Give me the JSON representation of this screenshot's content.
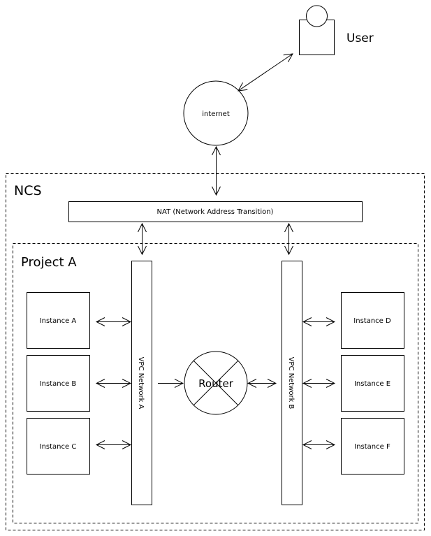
{
  "diagram": {
    "user": {
      "label": "User"
    },
    "internet": {
      "label": "internet"
    },
    "ncs": {
      "label": "NCS"
    },
    "nat": {
      "label": "NAT (Network Address Transition)"
    },
    "project": {
      "label": "Project A"
    },
    "vpc_a": {
      "label": "VPC Network A"
    },
    "vpc_b": {
      "label": "VPC Network B"
    },
    "router": {
      "label": "Router"
    },
    "instances_left": [
      {
        "label": "Instance A"
      },
      {
        "label": "Instance B"
      },
      {
        "label": "Instance C"
      }
    ],
    "instances_right": [
      {
        "label": "Instance D"
      },
      {
        "label": "Instance E"
      },
      {
        "label": "Instance F"
      }
    ],
    "connections": [
      {
        "from": "User",
        "to": "internet",
        "direction": "bidirectional"
      },
      {
        "from": "internet",
        "to": "NAT",
        "direction": "bidirectional"
      },
      {
        "from": "NAT",
        "to": "VPC Network A",
        "direction": "bidirectional"
      },
      {
        "from": "NAT",
        "to": "VPC Network B",
        "direction": "bidirectional"
      },
      {
        "from": "Instance A",
        "to": "VPC Network A",
        "direction": "bidirectional"
      },
      {
        "from": "Instance B",
        "to": "VPC Network A",
        "direction": "bidirectional"
      },
      {
        "from": "Instance C",
        "to": "VPC Network A",
        "direction": "bidirectional"
      },
      {
        "from": "VPC Network A",
        "to": "Router",
        "direction": "forward"
      },
      {
        "from": "Router",
        "to": "VPC Network B",
        "direction": "bidirectional"
      },
      {
        "from": "VPC Network B",
        "to": "Instance D",
        "direction": "bidirectional"
      },
      {
        "from": "VPC Network B",
        "to": "Instance E",
        "direction": "bidirectional"
      },
      {
        "from": "VPC Network B",
        "to": "Instance F",
        "direction": "bidirectional"
      }
    ]
  }
}
